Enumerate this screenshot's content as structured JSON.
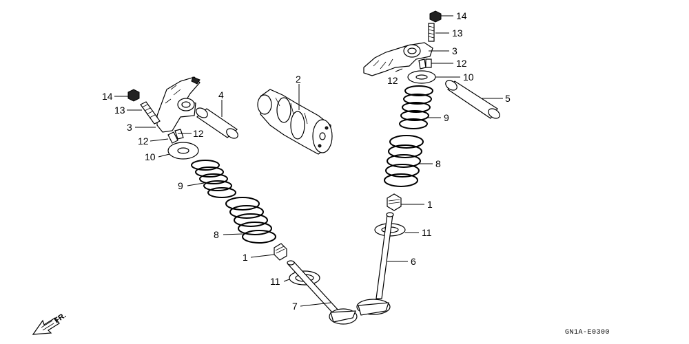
{
  "callouts": {
    "n1": "1",
    "n2": "2",
    "n3": "3",
    "n4": "4",
    "n5": "5",
    "n6": "6",
    "n7": "7",
    "n8": "8",
    "n9": "9",
    "n10": "10",
    "n11": "11",
    "n12": "12",
    "n13": "13",
    "n14": "14"
  },
  "direction_label": "FR.",
  "diagram_code": "GN1A-E0300"
}
